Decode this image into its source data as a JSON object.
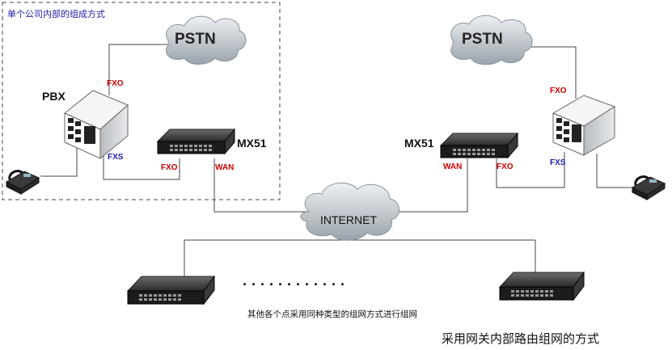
{
  "diagram": {
    "company_label": "单个公司内部的组成方式",
    "pstn_label": "PSTN",
    "internet_label": "INTERNET",
    "pbx_label": "PBX",
    "gateway_label": "MX51",
    "ports": {
      "fxo": "FXO",
      "fxs": "FXS",
      "wan": "WAN"
    },
    "dots": "· · · · · · · · · · · ·",
    "other_nodes_caption": "其他各个点采用同种类型的组网方式进行组网",
    "figure_caption": "采用网关内部路由组网的方式",
    "colors": {
      "fxo": "#cc0000",
      "fxs": "#1a1aaa",
      "wan": "#cc0000",
      "company_label": "#1a1aaa",
      "line": "#444444"
    }
  }
}
